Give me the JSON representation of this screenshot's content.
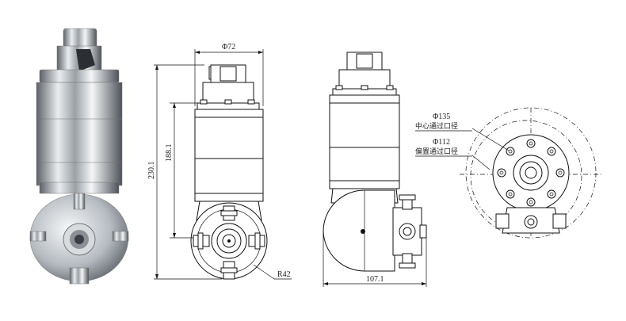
{
  "drawing": {
    "front_view": {
      "width_label": "Φ72",
      "height_total_label": "230.1",
      "height_body_label": "188.1",
      "radius_label": "R42"
    },
    "side_view": {
      "depth_label": "107.1"
    },
    "bottom_view": {
      "outer_dia_label": "Φ135",
      "outer_desc": "中心通过口径",
      "inner_dia_label": "Φ112",
      "inner_desc": "偏置通过口径"
    }
  },
  "colors": {
    "line": "#111111",
    "photo_metal_light": "#e8ecef",
    "photo_metal_dark": "#6b7077"
  }
}
